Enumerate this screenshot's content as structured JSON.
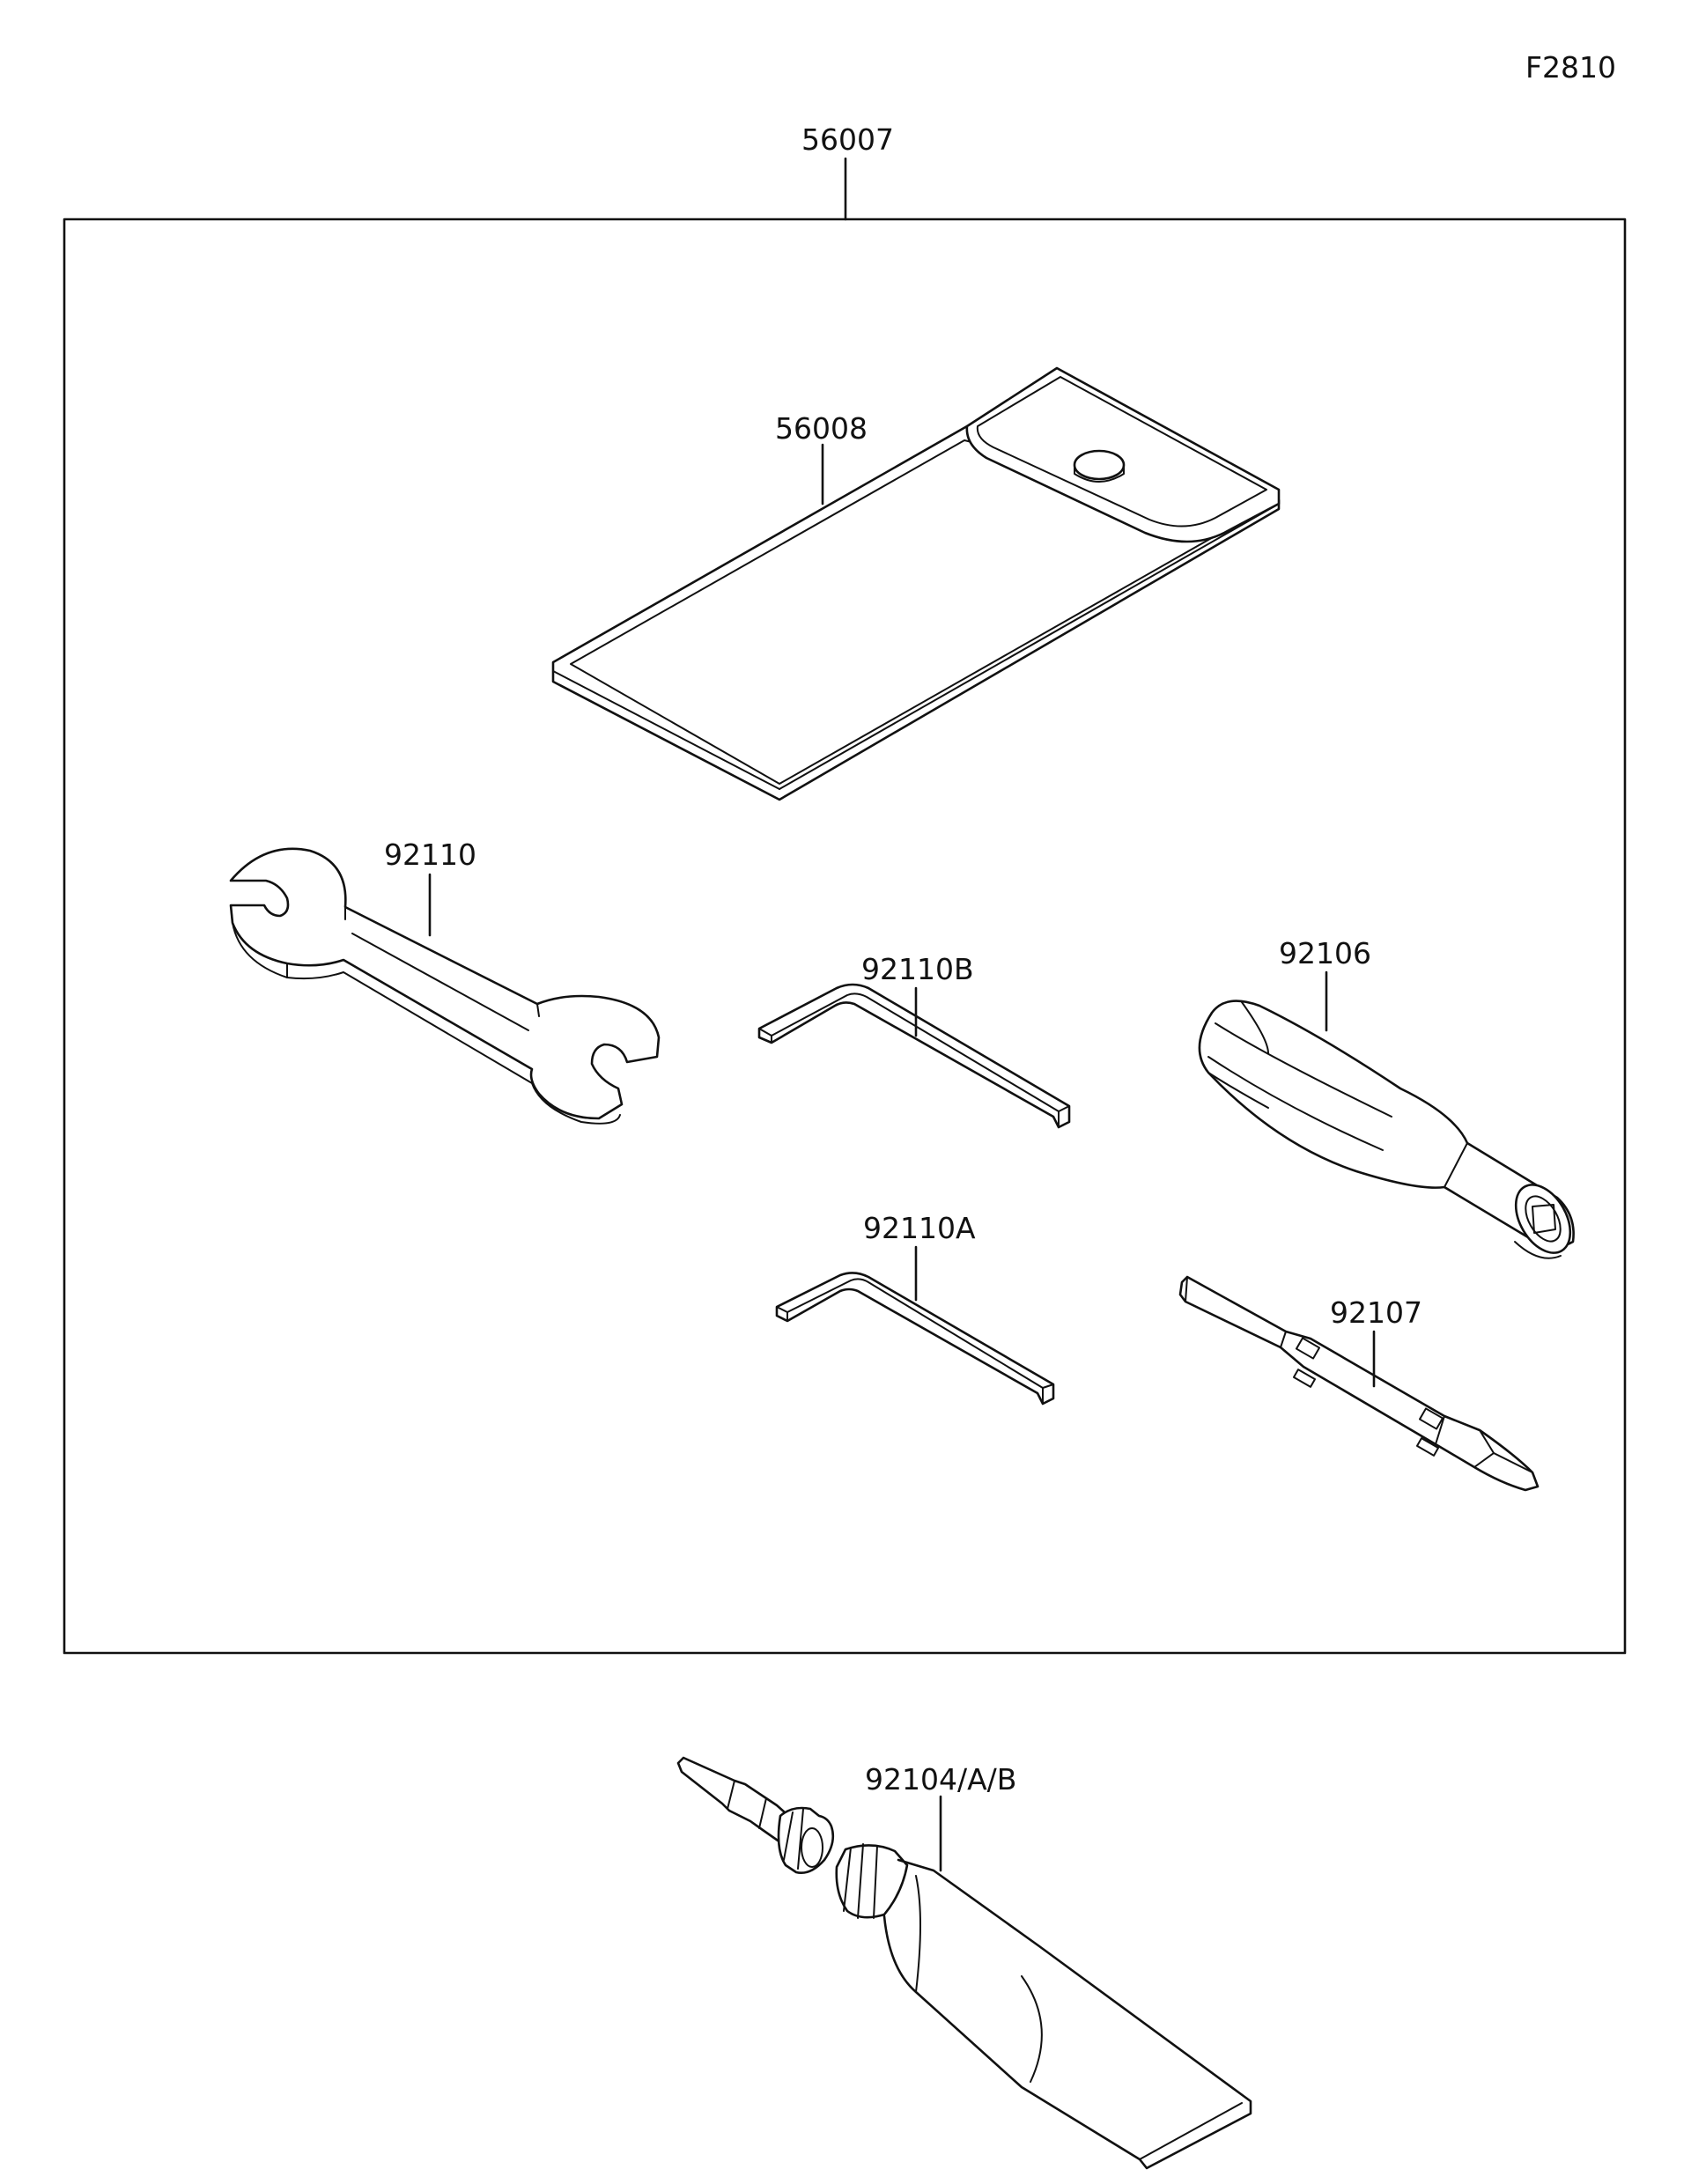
{
  "diagram": {
    "figure_code": "F2810",
    "parts": {
      "tool_kit": "56007",
      "tool_bag": "56008",
      "wrench": "92110",
      "hex_wrench_b": "92110B",
      "hex_wrench_a": "92110A",
      "screwdriver_handle": "92106",
      "screwdriver_bit": "92107",
      "repair_tube": "92104/A/B"
    }
  }
}
